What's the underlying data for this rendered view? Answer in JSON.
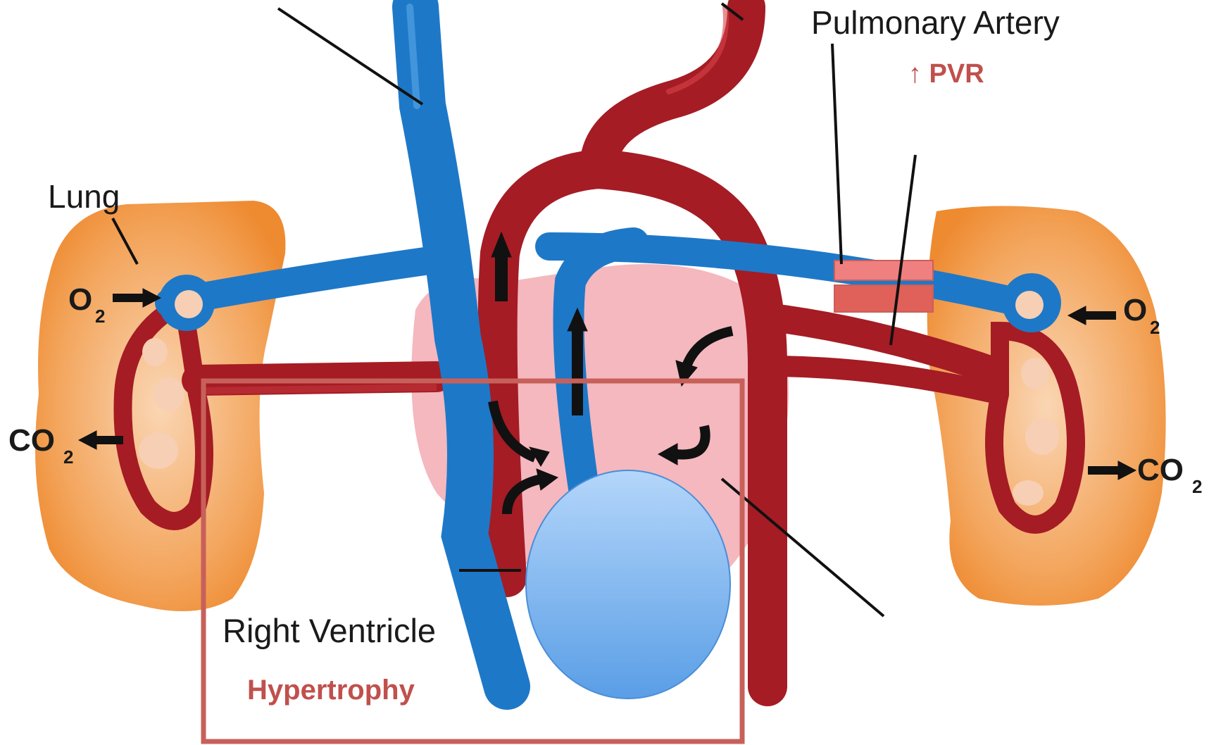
{
  "labels": {
    "lung": "Lung",
    "pulmonary_artery": "Pulmonary Artery",
    "pvr": "↑ PVR",
    "right_ventricle": "Right Ventricle",
    "hypertrophy": "Hypertrophy",
    "o2_left": "O",
    "o2_left_sub": "2",
    "o2_right": "O",
    "o2_right_sub": "2",
    "co2_left": "CO",
    "co2_left_sub": "2",
    "co2_right": "CO",
    "co2_right_sub": "2"
  },
  "colors": {
    "vein_blue": "#1e78c8",
    "artery_red": "#a51c24",
    "lung_orange": "#f0953c",
    "heart_pink": "#f0a0a8",
    "highlight_box": "#c8605a",
    "ventricle_fill": "#7fb6f0",
    "band": "#f08080"
  }
}
